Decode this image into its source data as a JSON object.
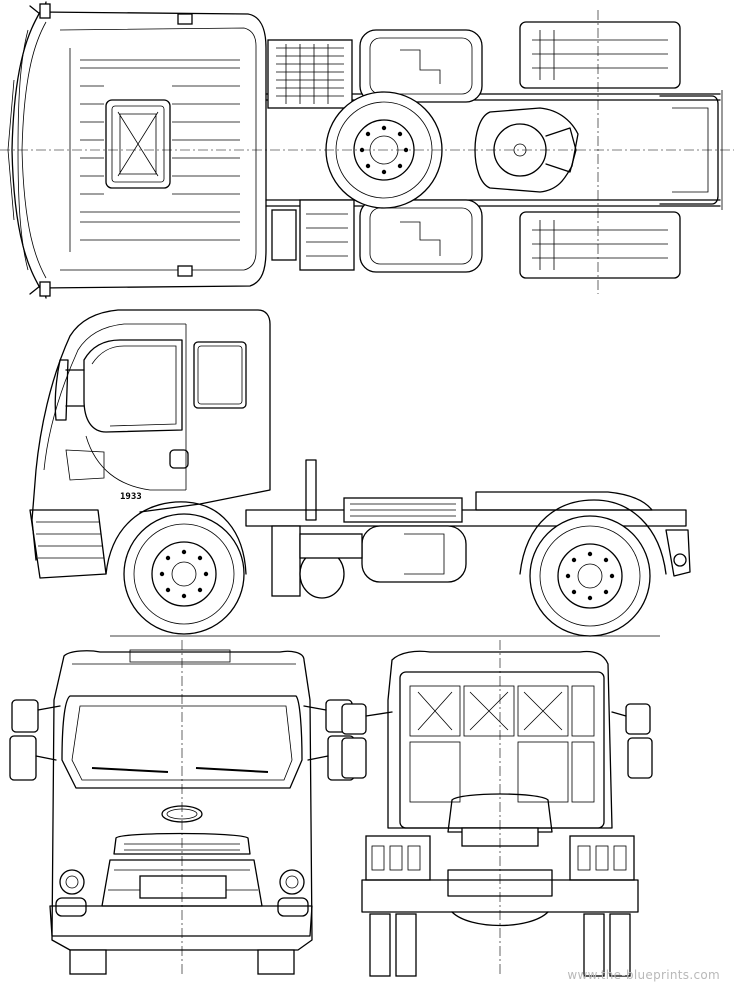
{
  "views": {
    "top": "top-view",
    "side": "side-view",
    "front": "front-view",
    "rear": "rear-view"
  },
  "badge_text": "1933",
  "watermark": "www.the-blueprints.com"
}
